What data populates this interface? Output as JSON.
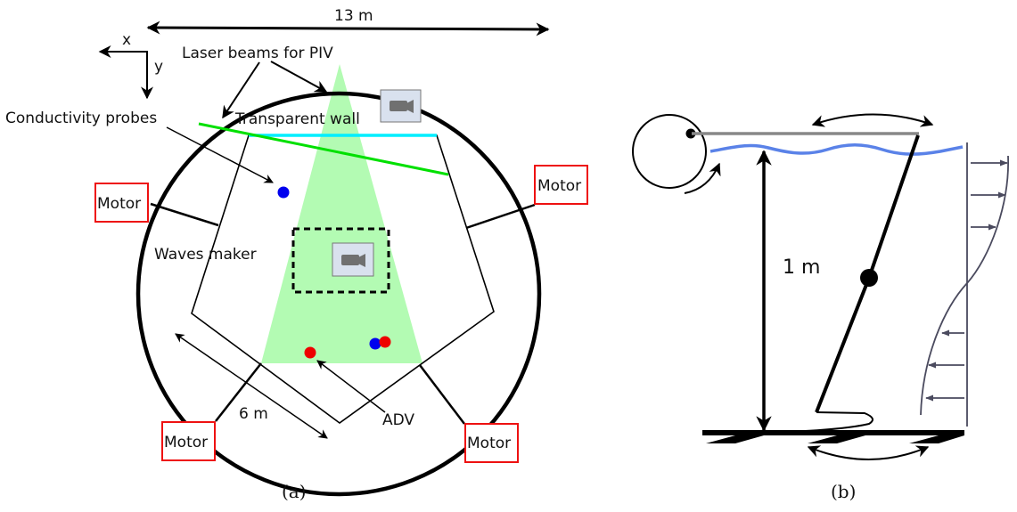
{
  "panel_a": {
    "caption": "(a)",
    "dimension_top": "13 m",
    "dimension_side": "6 m",
    "axis_x": "x",
    "axis_y": "y",
    "labels": {
      "laser": "Laser beams for PIV",
      "conductivity": "Conductivity probes",
      "transparent_wall": "Transparent wall",
      "waves_maker": "Waves maker",
      "adv": "ADV"
    },
    "motors": [
      "Motor",
      "Motor",
      "Motor",
      "Motor"
    ],
    "colors": {
      "laser_sheet": "#b3fbb3",
      "laser_beam": "#00e000",
      "transparent_wall": "#00eeff",
      "motor_box": "#ee1111",
      "probe_blue": "#0000ee",
      "probe_red": "#ee0000",
      "camera_bg": "#d9e1ee",
      "camera_body": "#707070"
    }
  },
  "panel_b": {
    "caption": "(b)",
    "depth_label": "1 m",
    "colors": {
      "water_surface": "#5a82e8",
      "rod": "#888888",
      "profile": "#4a4a5e"
    }
  }
}
